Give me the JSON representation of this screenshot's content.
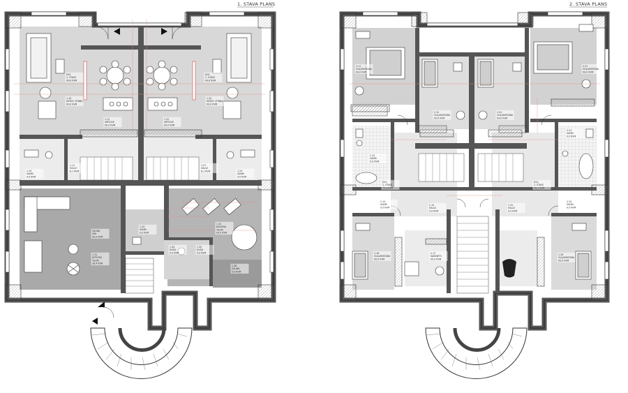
{
  "titles": {
    "left": "1. STAVA PLANS",
    "right": "2. STAVA PLANS"
  },
  "floor1": {
    "rooms": [
      {
        "id": "D.1",
        "lines": [
          "D01",
          "1. STAVS",
          "49,6 KVM"
        ]
      },
      {
        "id": "D.2",
        "lines": [
          "D02",
          "1. STAVS",
          "49,6 KVM"
        ]
      },
      {
        "id": "L.1",
        "lines": [
          "1.13",
          "DZĪVO. ISTABA",
          "00,0 KVM"
        ]
      },
      {
        "id": "L.2",
        "lines": [
          "1.23",
          "DZĪVO. ISTABA",
          "00,0 KVM"
        ]
      },
      {
        "id": "K.1",
        "lines": [
          "1.12",
          "VIRTUVE",
          "00,0 KVM"
        ]
      },
      {
        "id": "K.2",
        "lines": [
          "1.22",
          "VIRTUVE",
          "00,0 KVM"
        ]
      },
      {
        "id": "S.1",
        "lines": [
          "1.14",
          "SANM.",
          "4,0 KVM"
        ]
      },
      {
        "id": "S.2",
        "lines": [
          "1.24",
          "SANM.",
          "4,0 KVM"
        ]
      },
      {
        "id": "H.1",
        "lines": [
          "1.11",
          "HALLE",
          "8,1 KVM"
        ]
      },
      {
        "id": "H.2",
        "lines": [
          "1.21",
          "HALLE",
          "8,1 KVM"
        ]
      },
      {
        "id": "SPA",
        "lines": [
          "SAUNA",
          "SPA",
          "00,0 KVM"
        ]
      },
      {
        "id": "ATP",
        "lines": [
          "1.31",
          "ATPŪTAS",
          "TELPA",
          "28,4 KVM"
        ]
      },
      {
        "id": "BAS",
        "lines": [
          "1.32",
          "BASEINA",
          "TELPA",
          "00,0 KVM"
        ]
      },
      {
        "id": "SAN3",
        "lines": [
          "1.33",
          "SANM.",
          "0,0 KVM"
        ]
      },
      {
        "id": "DUS",
        "lines": [
          "1.34",
          "DUŠA",
          "0,0 KVM"
        ]
      },
      {
        "id": "DUS2",
        "lines": [
          "1.35",
          "DUŠA",
          "0,0 KVM"
        ]
      },
      {
        "id": "SAU2",
        "lines": [
          "1.36",
          "SAUNA",
          "0,0 KVM"
        ]
      }
    ]
  },
  "floor2": {
    "rooms": [
      {
        "id": "G.1",
        "lines": [
          "2.11",
          "GUĻAMISTABA",
          "00,0 KVM"
        ]
      },
      {
        "id": "G.2",
        "lines": [
          "2.21",
          "GUĻAMISTABA",
          "00,0 KVM"
        ]
      },
      {
        "id": "G.3",
        "lines": [
          "2.12",
          "GUĻAMISTABA",
          "00,0 KVM"
        ]
      },
      {
        "id": "G.4",
        "lines": [
          "2.22",
          "GUĻAMISTABA",
          "00,0 KVM"
        ]
      },
      {
        "id": "D21",
        "lines": [
          "D21",
          "2. STAVS",
          "79,3 KVM"
        ]
      },
      {
        "id": "D22",
        "lines": [
          "D22",
          "2. STAVS",
          "79,2 KVM"
        ]
      },
      {
        "id": "SA1",
        "lines": [
          "2.13",
          "SANM.",
          "0,0 KVM"
        ]
      },
      {
        "id": "SA2",
        "lines": [
          "2.23",
          "SANM.",
          "0,0 KVM"
        ]
      },
      {
        "id": "SA3",
        "lines": [
          "2.14",
          "SANM.",
          "0,0 KVM"
        ]
      },
      {
        "id": "SA4",
        "lines": [
          "2.24",
          "SANM.",
          "0,0 KVM"
        ]
      },
      {
        "id": "HA1",
        "lines": [
          "2.15",
          "HALLE",
          "0,0 KVM"
        ]
      },
      {
        "id": "HA2",
        "lines": [
          "2.25",
          "HALLE",
          "0,0 KVM"
        ]
      },
      {
        "id": "G.5",
        "lines": [
          "2.16",
          "GUĻAMISTABA",
          "00,0 KVM"
        ]
      },
      {
        "id": "G.6",
        "lines": [
          "2.26",
          "GUĻAMISTABA",
          "00,0 KVM"
        ]
      },
      {
        "id": "KA1",
        "lines": [
          "2.17",
          "KABINETS",
          "00,0 KVM"
        ]
      }
    ]
  }
}
